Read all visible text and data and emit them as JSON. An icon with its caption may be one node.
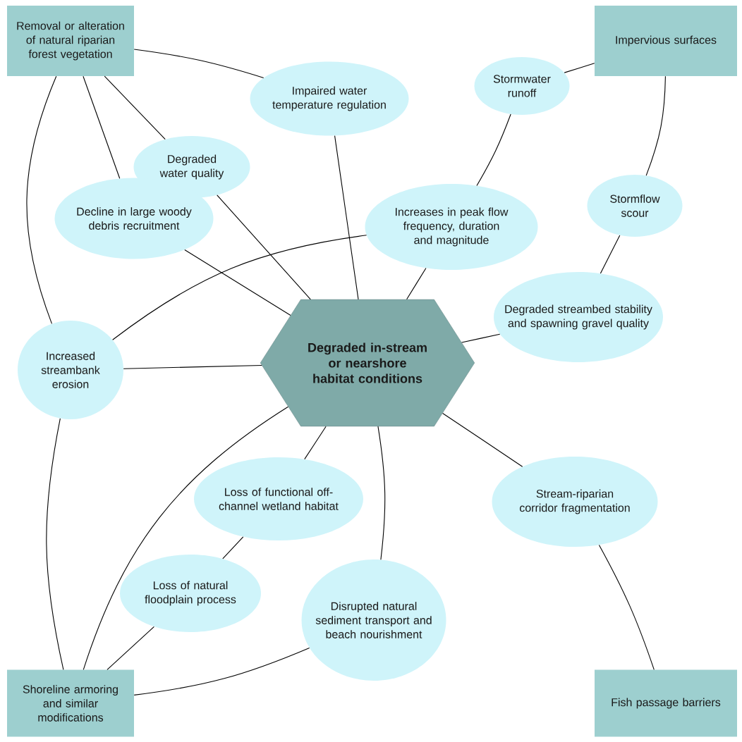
{
  "diagram": {
    "nodes": [
      {
        "text": [
          "Removal or alteration of natural riparian forest vegetation"
        ]
      },
      {
        "text": [
          "Impervious surfaces"
        ]
      },
      {
        "text": [
          "Shoreline armoring and similar modifications"
        ]
      },
      {
        "text": [
          "Fish passage barriers"
        ]
      },
      {
        "text": [
          "Degraded in-stream or nearshore habitat conditions"
        ]
      },
      {
        "text": [
          "Impaired water temperature regulation"
        ]
      },
      {
        "text": [
          "Stormwater runoff"
        ]
      },
      {
        "text": [
          "Degraded water quality"
        ]
      },
      {
        "text": [
          "Increases in peak flow frequency, duration and magnitude"
        ]
      },
      {
        "text": [
          "Stormflow scour"
        ]
      },
      {
        "text": [
          "Decline in large woody debris recruitment"
        ]
      },
      {
        "text": [
          "Degraded streambed stability and spawning gravel quality"
        ]
      },
      {
        "text": [
          "Increased streambank erosion"
        ]
      },
      {
        "text": [
          "Loss of functional off-channel wetland habitat"
        ]
      },
      {
        "text": [
          "Stream-riparian corridor fragmentation"
        ]
      },
      {
        "text": [
          "Loss of natural floodplain process"
        ]
      },
      {
        "text": [
          "Disrupted natural sediment transport and beach nourishment"
        ]
      }
    ],
    "edges": [
      {
        "from": 0,
        "to": 5,
        "arrow": "none"
      },
      {
        "from": 0,
        "to": 7,
        "arrow": "none"
      },
      {
        "from": 0,
        "to": 10,
        "arrow": "none"
      },
      {
        "from": 0,
        "to": 12,
        "arrow": "none"
      },
      {
        "from": 1,
        "to": 6,
        "arrow": "none"
      },
      {
        "from": 1,
        "to": 9,
        "arrow": "none"
      },
      {
        "from": 6,
        "to": 8,
        "arrow": "none"
      },
      {
        "from": 9,
        "to": 11,
        "arrow": "none"
      },
      {
        "from": 5,
        "to": 4,
        "arrow": "none"
      },
      {
        "from": 7,
        "to": 4,
        "arrow": "none"
      },
      {
        "from": 10,
        "to": 4,
        "arrow": "none"
      },
      {
        "from": 8,
        "to": 4,
        "arrow": "none"
      },
      {
        "from": 8,
        "to": 12,
        "arrow": "none"
      },
      {
        "from": 11,
        "to": 4,
        "arrow": "none"
      },
      {
        "from": 12,
        "to": 4,
        "arrow": "none"
      },
      {
        "from": 12,
        "to": 2,
        "arrow": "none"
      },
      {
        "from": 2,
        "to": 4,
        "arrow": "none"
      },
      {
        "from": 13,
        "to": 4,
        "arrow": "none"
      },
      {
        "from": 13,
        "to": 15,
        "arrow": "none"
      },
      {
        "from": 15,
        "to": 2,
        "arrow": "none"
      },
      {
        "from": 16,
        "to": 4,
        "arrow": "none"
      },
      {
        "from": 16,
        "to": 2,
        "arrow": "none"
      },
      {
        "from": 14,
        "to": 4,
        "arrow": "none"
      },
      {
        "from": 14,
        "to": 3,
        "arrow": "none"
      }
    ]
  }
}
